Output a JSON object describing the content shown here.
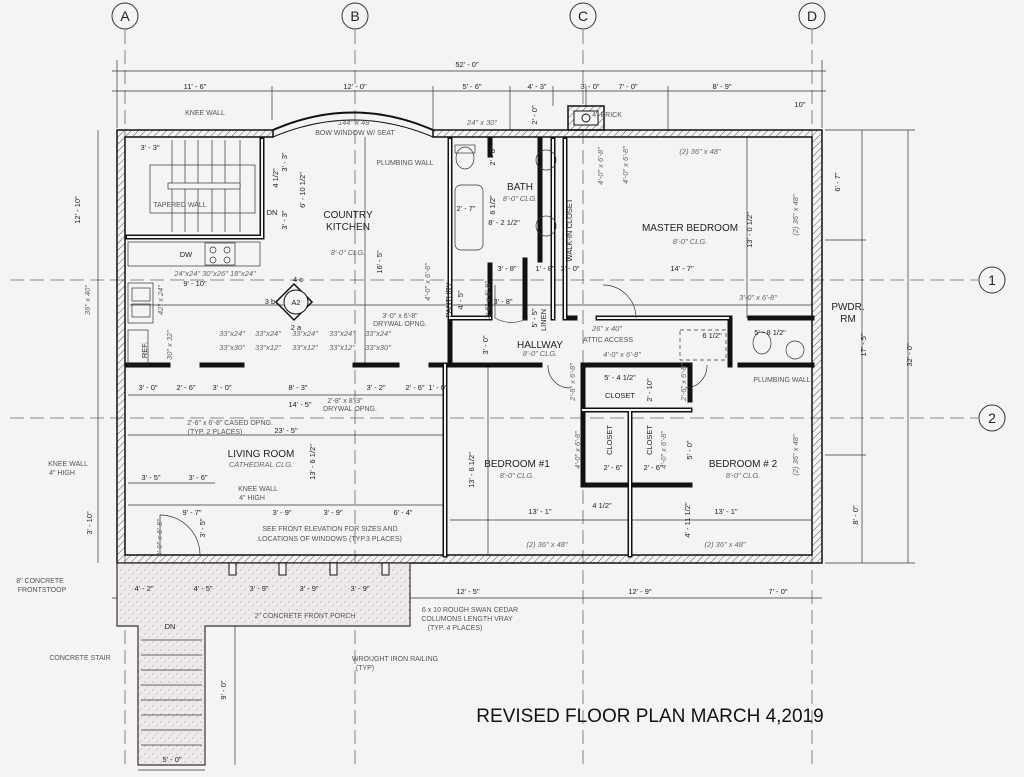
{
  "title": "REVISED FLOOR PLAN MARCH 4,2019",
  "grid": {
    "columns": [
      "A",
      "B",
      "C",
      "D"
    ],
    "rows": [
      "1",
      "2"
    ]
  },
  "section_marker": {
    "id": "A2",
    "top": "4 c",
    "left": "3 b",
    "bottom": "2 a"
  },
  "rooms": [
    {
      "lines": [
        "COUNTRY",
        "KITCHEN"
      ],
      "ceiling": "8'-0\" CLG."
    },
    {
      "lines": [
        "BATH"
      ],
      "ceiling": "8'-0\" CLG."
    },
    {
      "lines": [
        "MASTER BEDROOM"
      ],
      "ceiling": "8'-0\" CLG."
    },
    {
      "lines": [
        "HALLWAY"
      ],
      "ceiling": "8'-0\" CLG."
    },
    {
      "lines": [
        "BEDROOM #1"
      ],
      "ceiling": "8'-0\" CLG."
    },
    {
      "lines": [
        "BEDROOM # 2"
      ],
      "ceiling": "8'-0\" CLG."
    },
    {
      "lines": [
        "LIVING ROOM"
      ],
      "ceiling": "CATHEDRAL CLG."
    },
    {
      "lines": [
        "PWDR.",
        "RM"
      ],
      "ceiling": ""
    }
  ],
  "room_tags": [
    "WALK-IN CLOSET",
    "PANTHRY",
    "LINEN",
    "CLOSET",
    "CLOSET",
    "CLOSET",
    "DW",
    "REF.",
    "DN",
    "DN"
  ],
  "dimensions": [
    "52' - 0\"",
    "11' - 6\"",
    "12' - 0\"",
    "5' - 6\"",
    "4' - 3\"",
    "3' - 0\"",
    "7' - 0\"",
    "8' - 9\"",
    "10\"",
    "2' - 0\"",
    "3' - 3\"",
    "4 1/2\"",
    "3' - 3\"",
    "6' - 10 1/2\"",
    "3' - 3\"",
    "9' - 10\"",
    "16' - 5\"",
    "2' - 8\"",
    "6 1/2\"",
    "2' - 7\"",
    "8' - 2 1/2\"",
    "3' - 8\"",
    "1' - 8\"",
    "3' - 8\"",
    "3' - 0\"",
    "14' - 7\"",
    "13' - 0 1/2\"",
    "6' - 7\"",
    "17' - 5\"",
    "32' - 0\"",
    "8' - 0\"",
    "3' - 0\"",
    "6 1/2\"",
    "5' - 8 1/2\"",
    "5' - 4 1/2\"",
    "2' - 10\"",
    "13' - 6 1/2\"",
    "2' - 6\"",
    "2' - 6\"",
    "5' - 0\"",
    "4 1/2\"",
    "13' - 1\"",
    "4' - 11 1/2\"",
    "13' - 1\"",
    "12' - 5\"",
    "12' - 9\"",
    "7' - 0\"",
    "3' - 0\"",
    "2' - 6\"",
    "3' - 0\"",
    "8' - 3\"",
    "3' - 2\"",
    "2' - 6\"",
    "1' - 0\"",
    "14' - 5\"",
    "23' - 5\"",
    "13' - 6 1/2\"",
    "3' - 5\"",
    "3' - 6\"",
    "3' - 10\"",
    "9' - 7\"",
    "3' - 5\"",
    "3' - 9\"",
    "3' - 9\"",
    "6' - 4\"",
    "4' - 2\"",
    "4' - 5\"",
    "3' - 9\"",
    "3' - 9\"",
    "3' - 9\"",
    "9' - 0\"",
    "5' - 0\"",
    "12' - 10\"",
    "4' - 5\"",
    "5' - 5\""
  ],
  "openings": [
    "144\" x 48\"",
    "24\" x 30\"",
    "(2) 36\" x 48\"",
    "(2) 36\" x 48\"",
    "(2) 36\" x 48\"",
    "(2) 36\" x 48\"",
    "(2) 36\" x 48\"",
    "36\" x 40\"",
    "24\"x24\"  30\"x26\"  18\"x24\"",
    "42\" x 24\"",
    "30\" x 32\"",
    "33\"x24\"",
    "33\"x24\"",
    "33\"x24\"",
    "33\"x24\"",
    "33\"x24\"",
    "33\"x30\"",
    "33\"x12\"",
    "33\"x12\"",
    "33\"x12\"",
    "33\"x30\"",
    "4'-0\" x 6'-8\"",
    "4'-0\" x 6'-8\"",
    "3'-0\" x 6'-8\"",
    "4'-0\" x 6'-8\"",
    "2'-6\" x 6'-8\"",
    "2'-6\" x 6'-8\"",
    "4'-0\" x 6'-8\"",
    "4'-0\" x 6'-8\"",
    "3'-0\" x 6'-8\"",
    "26\" x 40\"",
    "4'-0\" x 6'-8\"",
    "2'-6\" x 6'-8\"",
    "2'-6\" x 6'-8\""
  ],
  "notes": [
    "KNEE WALL",
    "BOW WINDOW W/ SEAT",
    "PLUMBING WALL",
    "TAPERED WALL",
    "3'-0\" x 6'-8\"",
    "DRYWAL OPNG.",
    "2'-6\" x 6'-8\" CASED OPNG.",
    "(TYP. 2 PLACES)",
    "2'-8\" x 8'-3\"",
    "DRYWAL OPNG.",
    "KNEE WALL",
    "4\" HIGH",
    "KNEE WALL",
    "4\" HIGH",
    "SEE FRONT ELEVATION FOR SIZES AND",
    "LOCATIONS OF WINDOWS (TYP.3 PLACES)",
    "8\" CONCRETE",
    "FRONTSTOOP",
    "6 x 10 ROUGH SWAN CEDAR",
    "COLUMONS LENGTH VRAY",
    "(TYP. 4 PLACES)",
    "WROUGHT IRON RAILING",
    "(TYP)",
    "CONCRETE STAIR",
    "2\" CONCRETE FRONT PORCH",
    "ATTIC ACCESS",
    "4\" BRICK",
    "PLUMBING WALL"
  ],
  "colors": {
    "background": "#f6f3f4",
    "lines": "#111111",
    "annotation": "#666666"
  }
}
